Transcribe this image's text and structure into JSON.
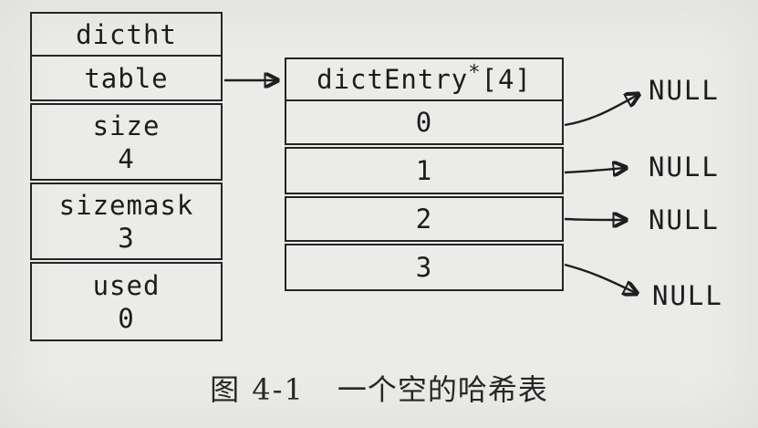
{
  "colors": {
    "ink": "#1c1c1c",
    "paper": "#ebebe9"
  },
  "struct_box": {
    "rows": [
      {
        "label": "dictht"
      },
      {
        "label": "table"
      },
      {
        "label": "size",
        "value": "4"
      },
      {
        "label": "sizemask",
        "value": "3"
      },
      {
        "label": "used",
        "value": "0"
      }
    ]
  },
  "array_box": {
    "header_main": "dictEntry",
    "header_sup": "*",
    "header_rest": "[4]",
    "slots": [
      "0",
      "1",
      "2",
      "3"
    ]
  },
  "pointers": {
    "labels": [
      "NULL",
      "NULL",
      "NULL",
      "NULL"
    ]
  },
  "caption": {
    "prefix": "图 4-1",
    "text": "一个空的哈希表"
  }
}
